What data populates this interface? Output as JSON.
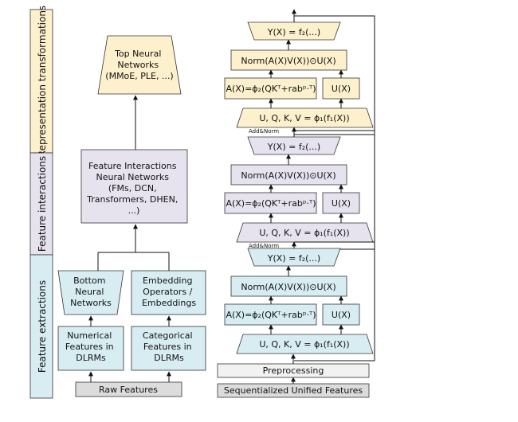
{
  "bands": {
    "representation": {
      "label": "Representation transformations",
      "color": "#fdf0cc"
    },
    "interactions": {
      "label": "Feature interactions",
      "color": "#e6e3ef"
    },
    "extractions": {
      "label": "Feature extractions",
      "color": "#d8edf2"
    }
  },
  "left": {
    "top_nn": [
      "Top Neural",
      "Networks",
      "(MMoE, PLE, ...)"
    ],
    "feature_interactions": [
      "Feature Interactions",
      "Neural Networks",
      "(FMs, DCN,",
      "Transformers, DHEN,",
      "...)"
    ],
    "bottom_nn": [
      "Bottom",
      "Neural",
      "Networks"
    ],
    "embedding": [
      "Embedding",
      "Operators /",
      "Embeddings"
    ],
    "numerical": [
      "Numerical",
      "Features in",
      "DLRMs"
    ],
    "categorical": [
      "Categorical",
      "Features in",
      "DLRMs"
    ],
    "raw_features": "Raw Features"
  },
  "right": {
    "y_label": "Y(X) = f₂(...)",
    "norm_label": "Norm(A(X)V(X))⊙U(X)",
    "a_label": "A(X)=ϕ₂(QKᵀ+rabᵖ·ᵀ)",
    "u_label": "U(X)",
    "uqkv_label": "U, Q, K, V = ϕ₁(f₁(X))",
    "add_norm": "Add&Norm",
    "preprocessing": "Preprocessing",
    "sequentialized": "Sequentialized Unified Features"
  },
  "colors": {
    "yellow": "#fdf0cc",
    "purple": "#e6e3ef",
    "blue": "#d8edf2",
    "gray": "#dcdcdc",
    "light_gray": "#f2f2f2"
  }
}
